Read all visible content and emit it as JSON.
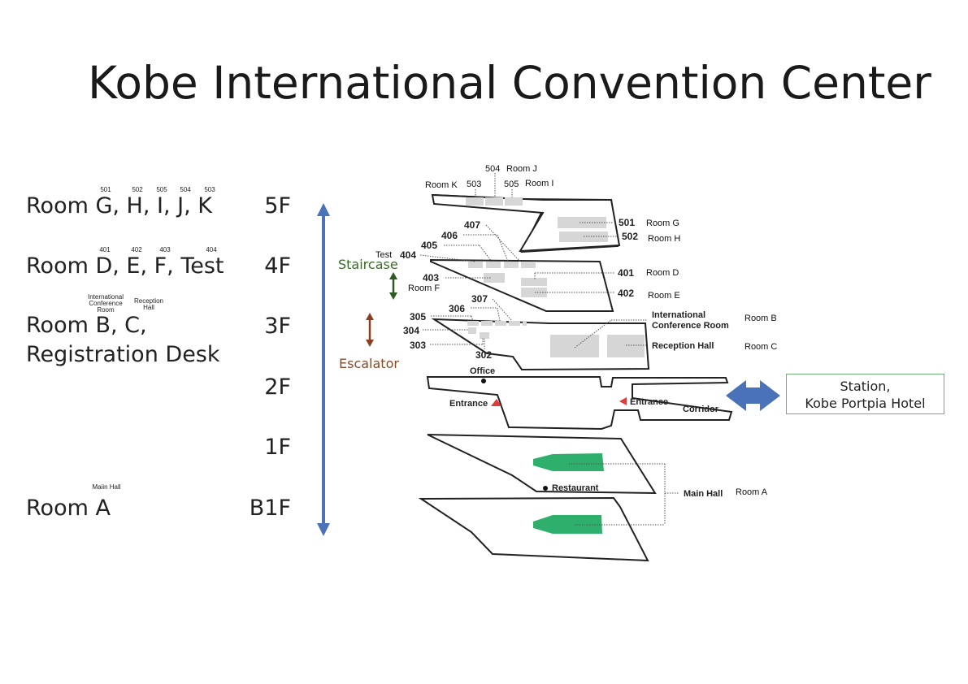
{
  "title": "Kobe International Convention Center",
  "floors": [
    {
      "floor": "5F",
      "rooms": "Room G, H, I, J, K",
      "room_numbers": [
        "501",
        "502",
        "505",
        "504",
        "503"
      ]
    },
    {
      "floor": "4F",
      "rooms": "Room D, E, F, Test",
      "room_numbers": [
        "401",
        "402",
        "403",
        "404"
      ]
    },
    {
      "floor": "3F",
      "rooms_line1": "Room B, C,",
      "rooms_line2": "Registration Desk",
      "notes": [
        "International Conference Room",
        "Reception Hall"
      ]
    },
    {
      "floor": "2F"
    },
    {
      "floor": "1F"
    },
    {
      "floor": "B1F",
      "rooms": "Room A",
      "notes": [
        "Maiin Hall"
      ]
    }
  ],
  "notes_3f": {
    "icr_1": "International",
    "icr_2": "Conference",
    "icr_3": "Room",
    "rh_1": "Reception",
    "rh_2": "Hall"
  },
  "vertical": {
    "staircase": "Staircase",
    "escalator": "Escalator"
  },
  "station": {
    "line1": "Station,",
    "line2": "Kobe Portpia Hotel"
  },
  "map": {
    "f5": {
      "top_504": "504",
      "room_j": "Room J",
      "room_k": "Room K",
      "n503": "503",
      "n505": "505",
      "room_i": "Room I",
      "n501": "501",
      "room_g": "Room G",
      "n502": "502",
      "room_h": "Room H"
    },
    "f4": {
      "n407": "407",
      "n406": "406",
      "n405": "405",
      "test": "Test",
      "n404": "404",
      "n403": "403",
      "room_f": "Room F",
      "n401": "401",
      "room_d": "Room D",
      "n402": "402",
      "room_e": "Room E"
    },
    "f3": {
      "n307": "307",
      "n306": "306",
      "n305": "305",
      "n304": "304",
      "n303": "303",
      "n302": "302",
      "icr_1": "International",
      "icr_2": "Conference Room",
      "room_b": "Room B",
      "reception": "Reception Hall",
      "room_c": "Room C"
    },
    "f2": {
      "office": "Office",
      "entrance_left": "Entrance",
      "entrance_right": "Entrance",
      "corridor": "Corridor"
    },
    "f1": {
      "restaurant": "Restaurant",
      "main_hall": "Main Hall",
      "room_a": "Room A"
    }
  },
  "colors": {
    "blue_arrow": "#4a72b8",
    "green": "#2eaf6b",
    "red": "#e03a3a",
    "staircase_arrow": "#2f5a22",
    "escalator_arrow": "#8a4020",
    "room_gray": "#d6d6d6"
  }
}
